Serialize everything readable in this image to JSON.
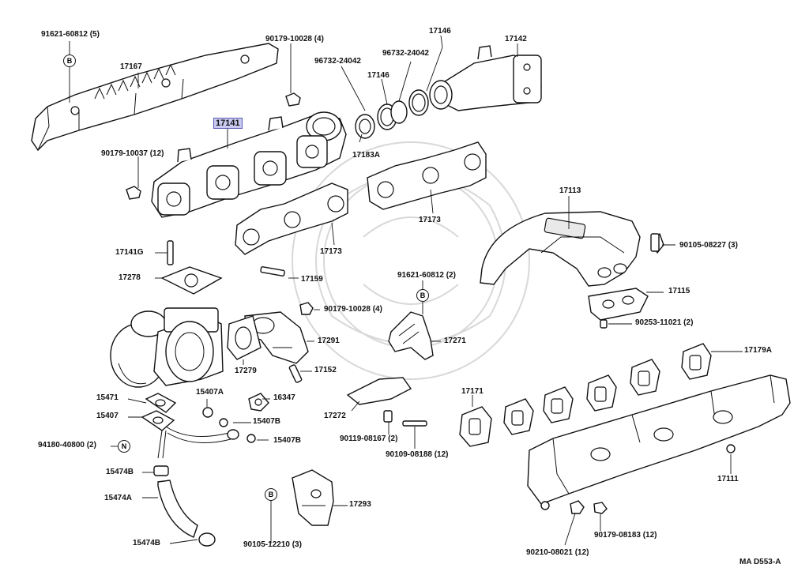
{
  "diagram": {
    "title_code": "MA D553-A",
    "highlight_color": "#c9c9f2",
    "labels": [
      {
        "id": "p91621_60812_5",
        "text": "91621-60812 (5)"
      },
      {
        "id": "p17167",
        "text": "17167"
      },
      {
        "id": "p90179_10028_4a",
        "text": "90179-10028 (4)"
      },
      {
        "id": "p17141",
        "text": "17141",
        "highlight": true
      },
      {
        "id": "p90179_10037_12",
        "text": "90179-10037 (12)"
      },
      {
        "id": "p96732_24042a",
        "text": "96732-24042"
      },
      {
        "id": "p17146a",
        "text": "17146"
      },
      {
        "id": "p96732_24042b",
        "text": "96732-24042"
      },
      {
        "id": "p17146b",
        "text": "17146"
      },
      {
        "id": "p17142",
        "text": "17142"
      },
      {
        "id": "p17183A",
        "text": "17183A"
      },
      {
        "id": "p17173a",
        "text": "17173"
      },
      {
        "id": "p17173b",
        "text": "17173"
      },
      {
        "id": "p17113",
        "text": "17113"
      },
      {
        "id": "p90105_08227_3",
        "text": "90105-08227 (3)"
      },
      {
        "id": "p17141G",
        "text": "17141G"
      },
      {
        "id": "p17278",
        "text": "17278"
      },
      {
        "id": "p17159",
        "text": "17159"
      },
      {
        "id": "p91621_60812_2",
        "text": "91621-60812 (2)"
      },
      {
        "id": "p17115",
        "text": "17115"
      },
      {
        "id": "p90179_10028_4b",
        "text": "90179-10028 (4)"
      },
      {
        "id": "p90253_11021_2",
        "text": "90253-11021 (2)"
      },
      {
        "id": "p17291",
        "text": "17291"
      },
      {
        "id": "p17271",
        "text": "17271"
      },
      {
        "id": "p17179A",
        "text": "17179A"
      },
      {
        "id": "p17279",
        "text": "17279"
      },
      {
        "id": "p17152",
        "text": "17152"
      },
      {
        "id": "p15471",
        "text": "15471"
      },
      {
        "id": "p15407A",
        "text": "15407A"
      },
      {
        "id": "p16347",
        "text": "16347"
      },
      {
        "id": "p17171",
        "text": "17171"
      },
      {
        "id": "p15407",
        "text": "15407"
      },
      {
        "id": "p15407B_a",
        "text": "15407B"
      },
      {
        "id": "p17272",
        "text": "17272"
      },
      {
        "id": "p94180_40800_2",
        "text": "94180-40800 (2)"
      },
      {
        "id": "p15407B_b",
        "text": "15407B"
      },
      {
        "id": "p90119_08167_2",
        "text": "90119-08167 (2)"
      },
      {
        "id": "p90109_08188_12",
        "text": "90109-08188 (12)"
      },
      {
        "id": "p15474B_a",
        "text": "15474B"
      },
      {
        "id": "p15474A",
        "text": "15474A"
      },
      {
        "id": "p17293",
        "text": "17293"
      },
      {
        "id": "p17111",
        "text": "17111"
      },
      {
        "id": "p15474B_b",
        "text": "15474B"
      },
      {
        "id": "p90105_12210_3",
        "text": "90105-12210 (3)"
      },
      {
        "id": "p90179_08183_12",
        "text": "90179-08183 (12)"
      },
      {
        "id": "p90210_08021_12",
        "text": "90210-08021 (12)"
      }
    ],
    "callout_letter": "B",
    "callouts": [
      {
        "id": "b1"
      },
      {
        "id": "b2"
      },
      {
        "id": "b3"
      }
    ],
    "n_letter": "N"
  }
}
